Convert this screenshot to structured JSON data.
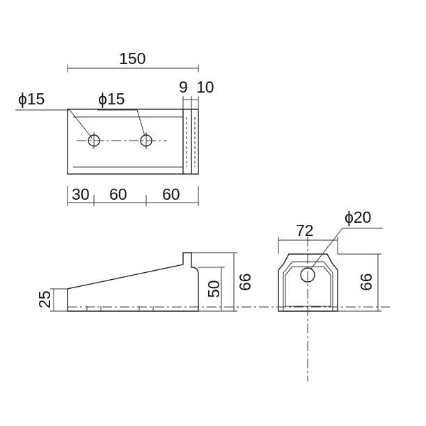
{
  "drawing": {
    "top_view": {
      "overall_length": "150",
      "hole_left_diameter": "ϕ15",
      "hole_right_diameter": "ϕ15",
      "flange_thickness_a": "9",
      "flange_thickness_b": "10",
      "spacing_1": "30",
      "spacing_2": "60",
      "spacing_3": "60"
    },
    "side_view": {
      "base_height": "25",
      "mid_height": "50",
      "total_height": "66"
    },
    "end_view": {
      "width": "72",
      "hole_diameter": "ϕ20",
      "total_height": "66"
    }
  }
}
